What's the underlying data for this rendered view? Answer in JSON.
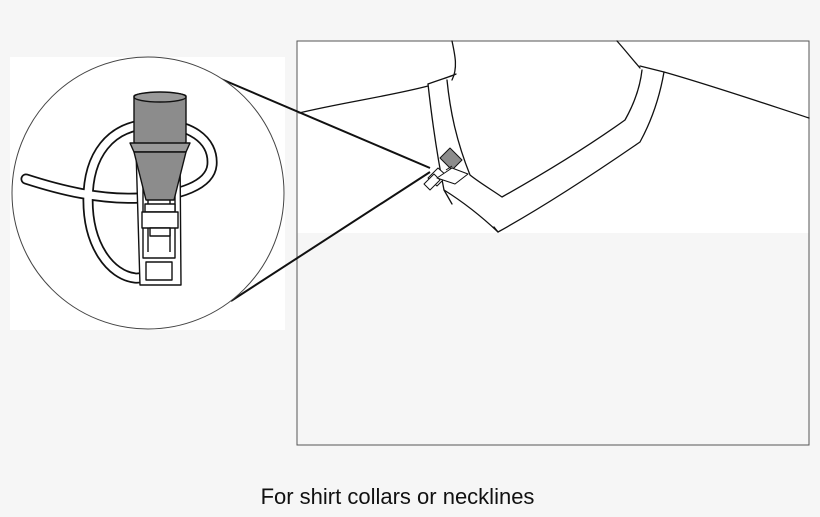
{
  "caption": "For shirt collars or necklines",
  "colors": {
    "background": "#f6f6f6",
    "panel": "#ffffff",
    "line": "#111111",
    "microphone_body": "#8c8c8c",
    "microphone_cap": "#9a9a9a",
    "frame": "#555555"
  },
  "icons": [
    "magnifier-callout",
    "lavalier-microphone",
    "tie-clip",
    "microphone-cable",
    "shirt-collar"
  ]
}
